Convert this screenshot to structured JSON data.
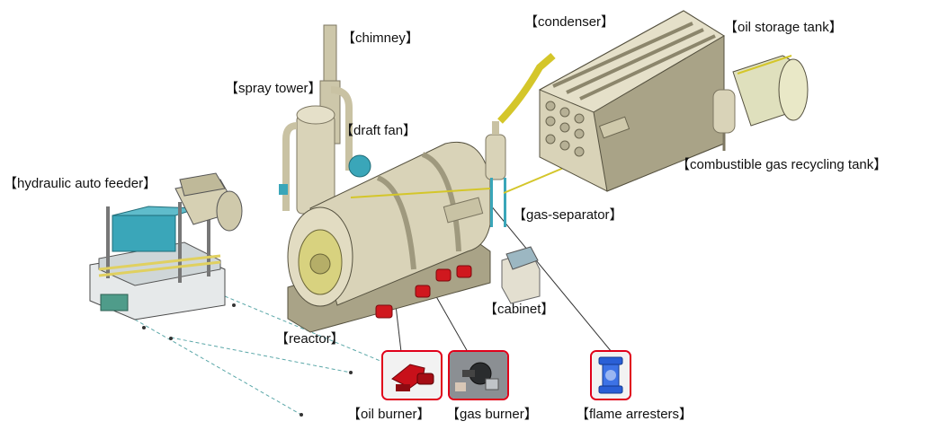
{
  "labels": {
    "chimney": "【chimney】",
    "condenser": "【condenser】",
    "oil_storage_tank": "【oil storage tank】",
    "spray_tower": "【spray tower】",
    "draft_fan": "【draft fan】",
    "combustible_gas_recycling_tank": "【combustible gas recycling tank】",
    "hydraulic_auto_feeder": "【hydraulic auto feeder】",
    "gas_separator": "【gas-separator】",
    "cabinet": "【cabinet】",
    "reactor": "【reactor】",
    "oil_burner": "【oil burner】",
    "gas_burner": "【gas burner】",
    "flame_arresters": "【flame arresters】"
  },
  "colors": {
    "machine_body": "#d9d3b8",
    "machine_shadow": "#a9a387",
    "pipe": "#c9c2a3",
    "yellow_pipe": "#d4c62a",
    "frame_blue": "#3aa6b9",
    "burner_red": "#d0181e",
    "thumb_border": "#e0001a",
    "arrester_blue": "#2a5fd6"
  }
}
